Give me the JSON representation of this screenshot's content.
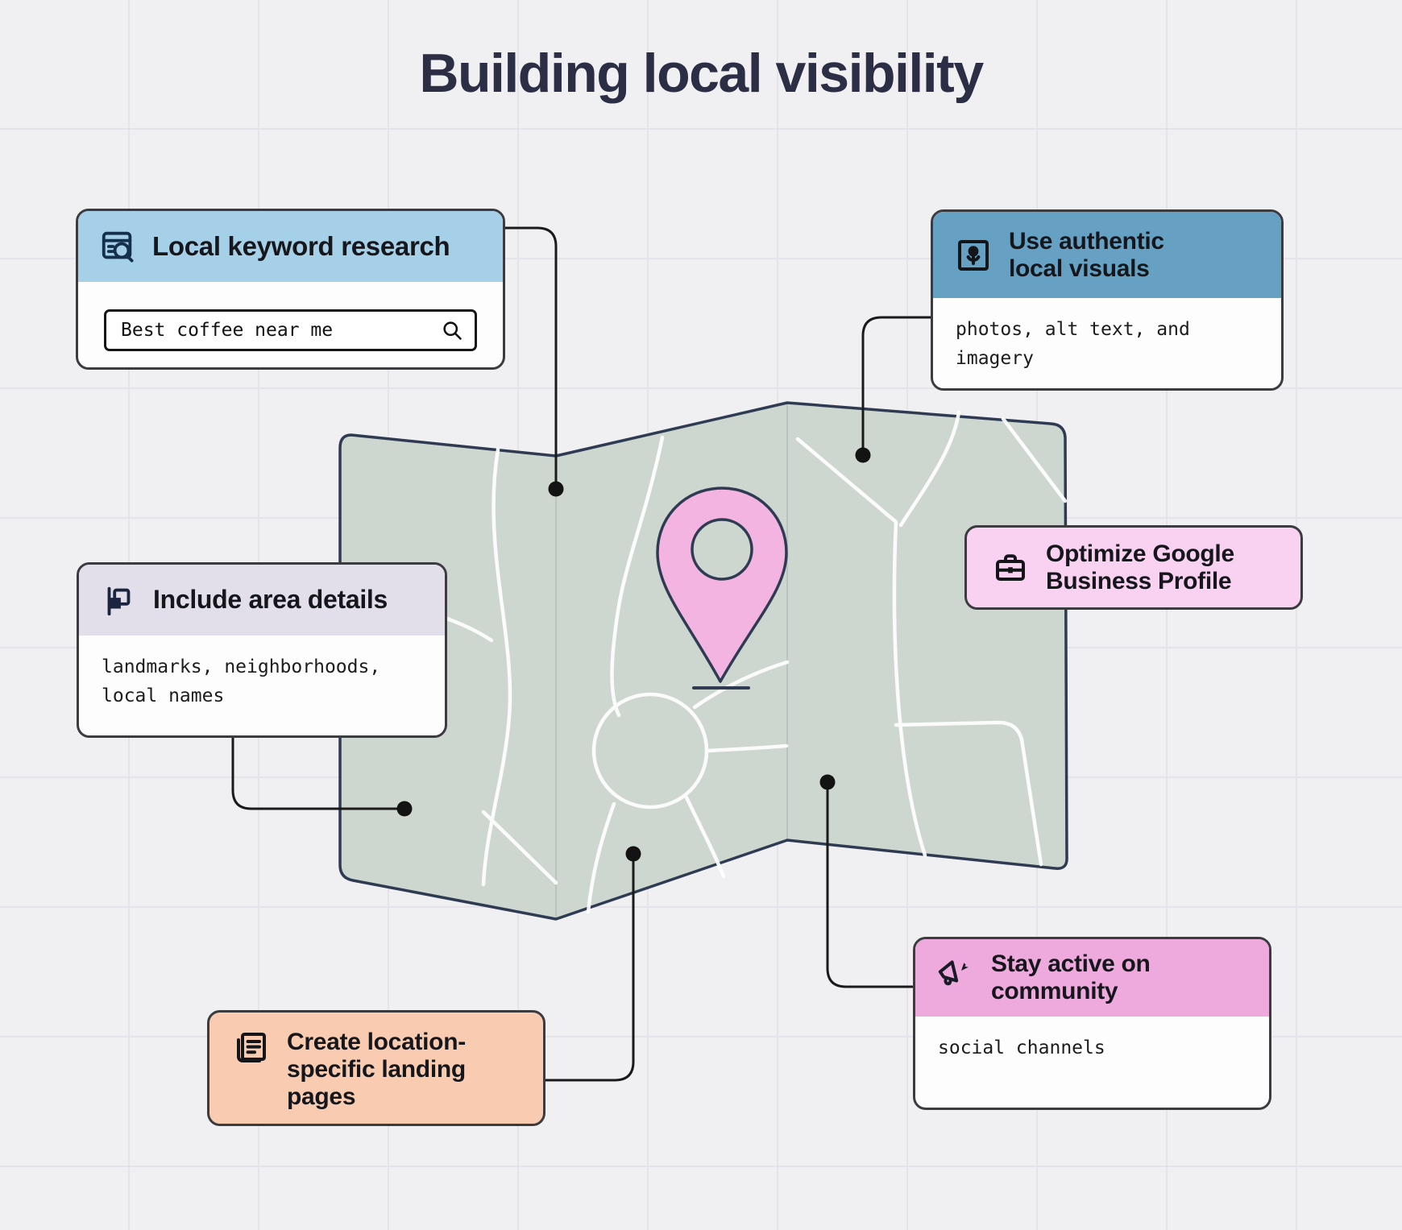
{
  "title": "Building local visibility",
  "colors": {
    "bg": "#f0eff2",
    "title_text": "#2b2e45",
    "card_border": "#3b3b40",
    "card_bg": "#fdfdfe",
    "header_blue_light": "#a6d0e8",
    "header_blue_steel": "#66a1c4",
    "header_lavender": "#e2dfea",
    "pink_light": "#f8d2f0",
    "peach": "#f9ccb2",
    "pink_bright": "#efaadd",
    "map_fill": "#cdd7d0",
    "map_stroke": "#2e3b52",
    "pin_fill": "#f3b4e2",
    "connector": "#1a1a1a"
  },
  "cards": {
    "keyword_research": {
      "title": "Local keyword research",
      "icon": "browser-search-icon",
      "search_value": "Best coffee near me",
      "search_icon": "magnifier-icon"
    },
    "authentic_visuals": {
      "title": "Use authentic\nlocal visuals",
      "icon": "framed-photo-icon",
      "body": "photos, alt text, and\nimagery"
    },
    "area_details": {
      "title": "Include area details",
      "icon": "flag-icon",
      "body": "landmarks, neighborhoods,\nlocal names"
    },
    "google_profile": {
      "title": "Optimize Google\nBusiness Profile",
      "icon": "briefcase-icon"
    },
    "landing_pages": {
      "title": "Create location-\nspecific landing\npages",
      "icon": "stacked-pages-icon"
    },
    "community": {
      "title": "Stay active on\ncommunity",
      "icon": "megaphone-icon",
      "body": "social channels"
    }
  },
  "illustration": {
    "description": "folded trifold map with pink location pin, five connector dots"
  }
}
